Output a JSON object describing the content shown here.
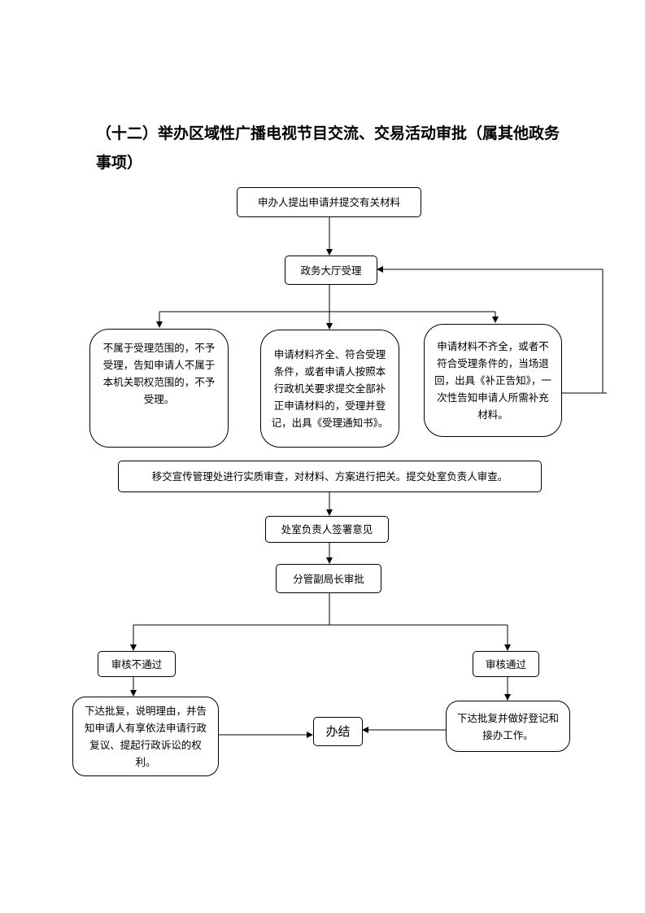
{
  "heading": "（十二）举办区域性广播电视节目交流、交易活动审批（属其他政务事项）",
  "nodes": {
    "apply": "申办人提出申请并提交有关材料",
    "hall": "政务大厅受理",
    "reject_scope": "不属于受理范围的，不予受理，告知申请人不属于本机关职权范围的，不予受理。",
    "accept": "申请材料齐全、符合受理条件，或者申请人按照本行政机关要求提交全部补正申请材料的，受理并登记，出具《受理通知书》。",
    "incomplete": "申请材料不齐全，或者不符合受理条件的，当场退回，出具《补正告知》，一次性告知申请人所需补充材料。",
    "review": "移交宣传管理处进行实质审查，对材料、方案进行把关。提交处室负责人审查。",
    "sign": "处室负责人签署意见",
    "approve": "分管副局长审批",
    "fail": "审核不通过",
    "pass": "审核通过",
    "fail_action": "下达批复，说明理由，并告知申请人有享依法申请行政复议、提起行政诉讼的权利。",
    "pass_action": "下达批复并做好登记和接办工作。",
    "done": "办结"
  }
}
